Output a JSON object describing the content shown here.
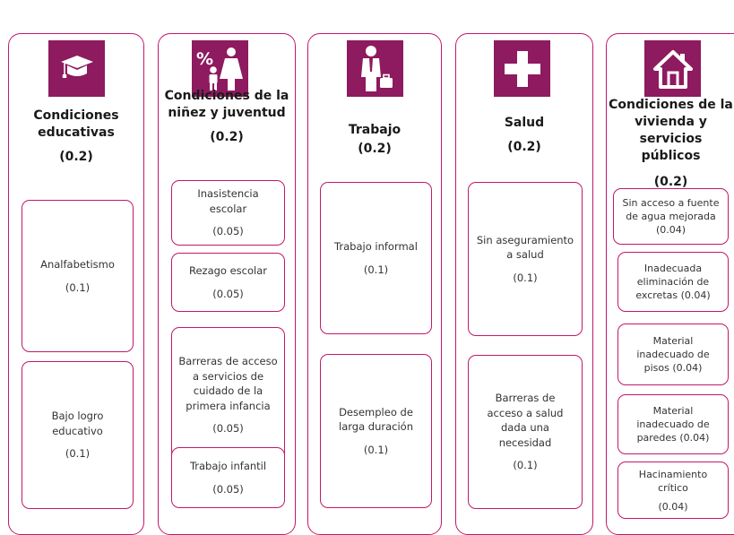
{
  "dimensions": [
    {
      "icon": "graduation-cap-icon",
      "title": "Condiciones\neducativas",
      "weight": "(0.2)",
      "indicators": [
        {
          "name": "Analfabetismo",
          "weight": "(0.1)"
        },
        {
          "name": "Bajo logro\neducativo",
          "weight": "(0.1)"
        }
      ]
    },
    {
      "icon": "percent-mother-child-icon",
      "title": "Condiciones de la\nniñez y juventud",
      "weight": "(0.2)",
      "indicators": [
        {
          "name": "Inasistencia\nescolar",
          "weight": "(0.05)"
        },
        {
          "name": "Rezago escolar",
          "weight": "(0.05)"
        },
        {
          "name": "Barreras de acceso\na servicios de\ncuidado de la\nprimera infancia",
          "weight": "(0.05)"
        },
        {
          "name": "Trabajo infantil",
          "weight": "(0.05)"
        }
      ]
    },
    {
      "icon": "worker-briefcase-icon",
      "title": "Trabajo",
      "weight": "(0.2)",
      "indicators": [
        {
          "name": "Trabajo informal",
          "weight": "(0.1)"
        },
        {
          "name": "Desempleo de\nlarga duración",
          "weight": "(0.1)"
        }
      ]
    },
    {
      "icon": "health-cross-icon",
      "title": "Salud",
      "weight": "(0.2)",
      "indicators": [
        {
          "name": "Sin aseguramiento\na salud",
          "weight": "(0.1)"
        },
        {
          "name": "Barreras de\nacceso a salud\ndada una\nnecesidad",
          "weight": "(0.1)"
        }
      ]
    },
    {
      "icon": "house-icon",
      "title": "Condiciones de la\nvivienda y servicios\npúblicos",
      "weight": "(0.2)",
      "indicators": [
        {
          "name": "Sin acceso a fuente\nde agua mejorada",
          "weight": "(0.04)"
        },
        {
          "name": "Inadecuada\neliminación de\nexcretas (0.04)",
          "weight": ""
        },
        {
          "name": "Material\ninadecuado de\npisos (0.04)",
          "weight": ""
        },
        {
          "name": "Material\ninadecuado de\nparedes (0.04)",
          "weight": ""
        },
        {
          "name": "Hacinamiento\ncrítico",
          "weight": "(0.04)"
        }
      ]
    }
  ]
}
